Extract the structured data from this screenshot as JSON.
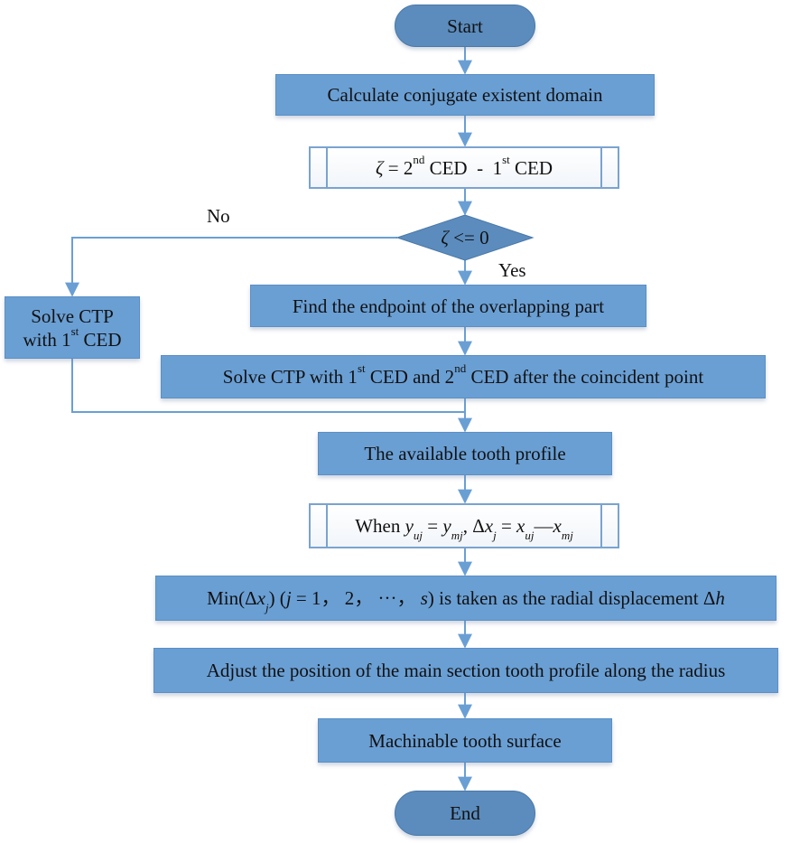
{
  "flowchart": {
    "start": "Start",
    "end": "End",
    "steps": {
      "calculate": "Calculate conjugate existent domain",
      "zeta_def": {
        "lhs": "ζ",
        "eq": " = 2",
        "sup1": "nd",
        "mid": " CED  -  1",
        "sup2": "st",
        "tail": " CED"
      },
      "decision": {
        "var": "ζ",
        "cond": " <= 0"
      },
      "find_endpoint": "Find the endpoint of the overlapping part",
      "solve_ctp_first": {
        "line1": "Solve CTP",
        "pre": "with 1",
        "sup": "st",
        "post": " CED"
      },
      "solve_ctp_both": {
        "pre": "Solve CTP with 1",
        "sup1": "st",
        "mid": " CED and 2",
        "sup2": "nd",
        "post": " CED after the coincident point"
      },
      "available_profile": "The available tooth profile",
      "when": {
        "pre": "When ",
        "y": "y",
        "uj": "uj",
        "eq1": " = ",
        "y2": "y",
        "mj": "mj",
        "comma": ", Δ",
        "x": "x",
        "j": "j",
        "eq2": " = ",
        "x2": "x",
        "uj2": "uj",
        "dash": "—",
        "x3": "x",
        "mj2": "mj"
      },
      "min": {
        "pre": "Min(Δ",
        "x": "x",
        "j": "j",
        "mid": ") (",
        "jvar": "j",
        "range": " = 1， 2， ···， ",
        "s": "s",
        "post": ") is taken as the radial displacement Δ",
        "h": "h"
      },
      "adjust": "Adjust the position of the main section tooth profile along the radius",
      "machinable": "Machinable tooth surface"
    },
    "branch_labels": {
      "no": "No",
      "yes": "Yes"
    }
  },
  "colors": {
    "process": "#6a9fd4",
    "terminal": "#5b8cbd",
    "decision": "#5b8cbd",
    "connector": "#6a9fd4",
    "subroutine_border": "#7aa3cf"
  }
}
